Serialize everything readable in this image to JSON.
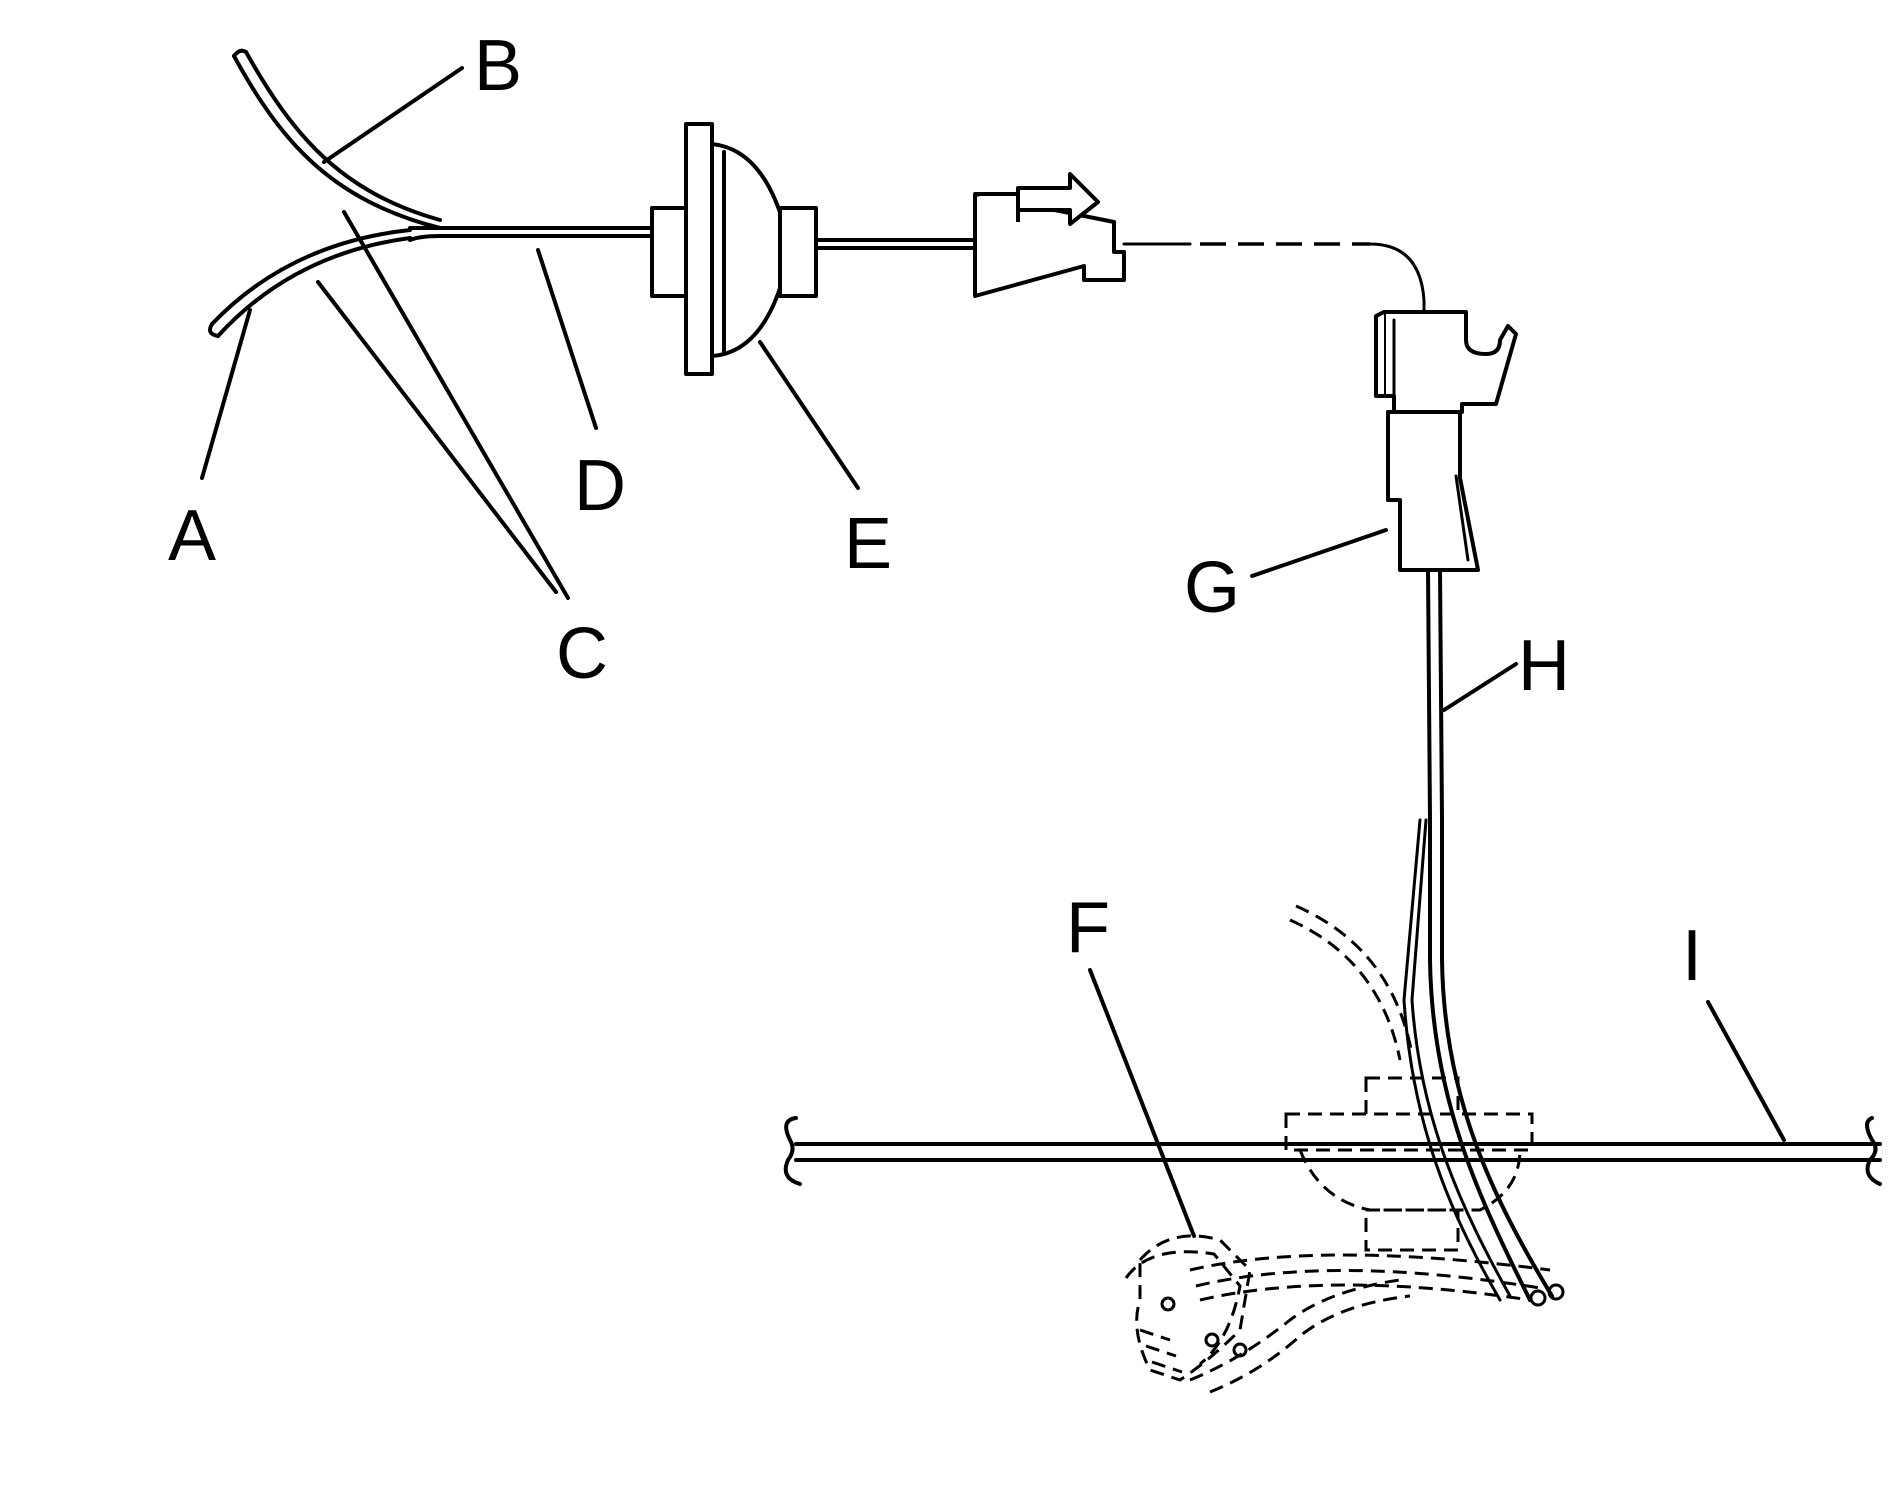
{
  "labels": {
    "A": "A",
    "B": "B",
    "C": "C",
    "D": "D",
    "E": "E",
    "F": "F",
    "G": "G",
    "H": "H",
    "I": "I"
  },
  "colors": {
    "line": "#000000",
    "background": "#ffffff"
  }
}
